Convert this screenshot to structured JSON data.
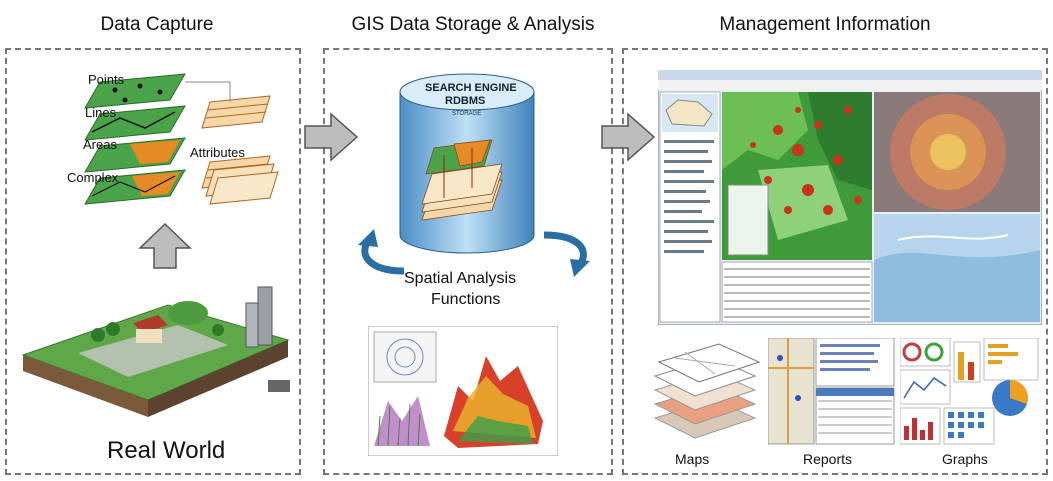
{
  "titles": {
    "capture": "Data Capture",
    "storage": "GIS Data Storage & Analysis",
    "management": "Management Information"
  },
  "capture": {
    "layers": [
      "Points",
      "Lines",
      "Areas",
      "Complex"
    ],
    "attributes_label": "Attributes",
    "real_world_label": "Real World"
  },
  "storage": {
    "db_label_line1": "SEARCH ENGINE",
    "db_label_line2": "RDBMS",
    "db_small": "STORAGE",
    "analysis_label_line1": "Spatial Analysis",
    "analysis_label_line2": "Functions"
  },
  "management": {
    "maps_label": "Maps",
    "reports_label": "Reports",
    "graphs_label": "Graphs"
  },
  "colors": {
    "arrow_fill": "#bdbdbd",
    "db_blue": "#7fb6e0",
    "swirl_blue": "#2a6fa3",
    "map_green": "#3f9a3a",
    "map_orange": "#e07b1a"
  }
}
